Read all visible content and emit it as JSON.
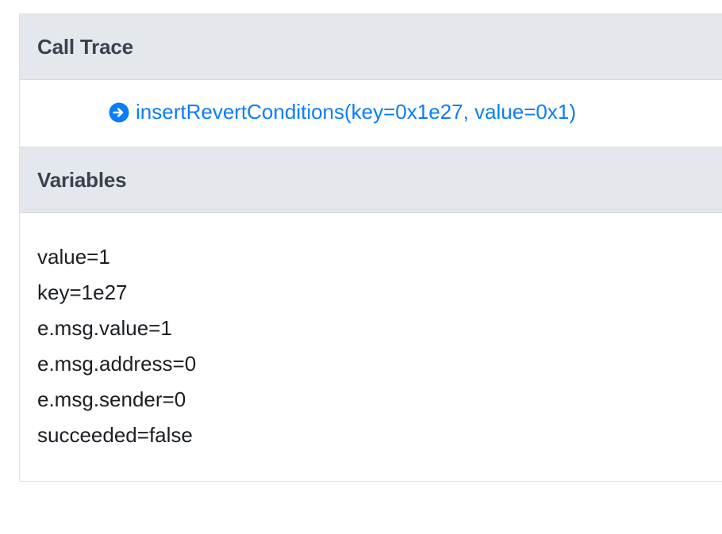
{
  "theme": {
    "header_bg": "#e4e7ec",
    "header_text": "#39424e",
    "body_bg": "#ffffff",
    "border": "#d7dbe2",
    "link_blue": "#0b7dfb",
    "variable_text": "#1b1f23",
    "page_bg": "#ffffff"
  },
  "call_trace": {
    "title": "Call Trace",
    "entries": [
      {
        "icon": "arrow-right-circle-icon",
        "label": "insertRevertConditions(key=0x1e27, value=0x1)",
        "depth": 1
      }
    ]
  },
  "variables": {
    "title": "Variables",
    "lines": [
      "value=1",
      "key=1e27",
      "e.msg.value=1",
      "e.msg.address=0",
      "e.msg.sender=0",
      "succeeded=false"
    ]
  }
}
